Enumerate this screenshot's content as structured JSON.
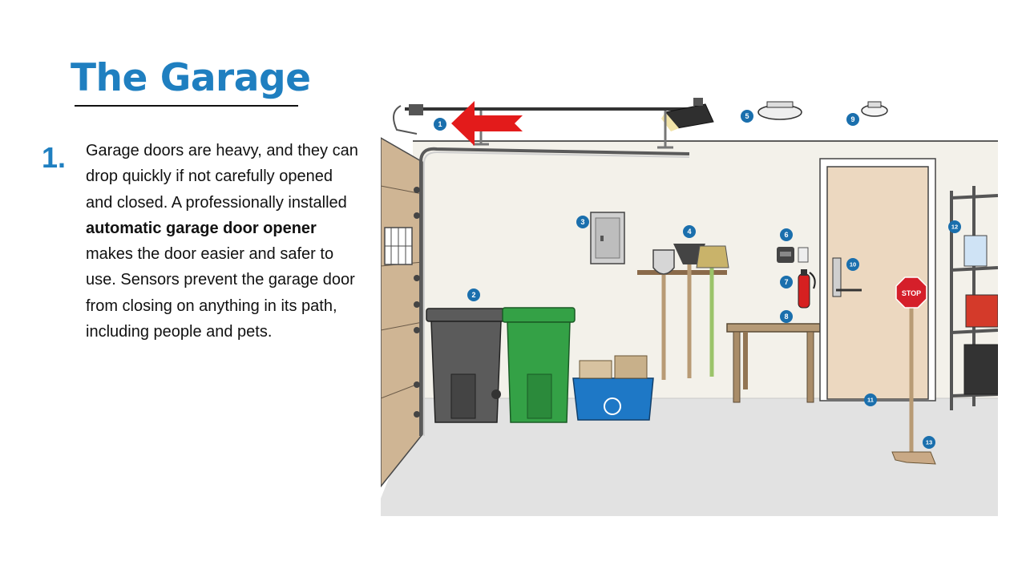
{
  "title": "The Garage",
  "step": {
    "number": "1.",
    "text_before": "Garage doors are heavy, and they can drop quickly if not carefully opened and closed. A professionally installed ",
    "text_bold": "automatic garage door opener",
    "text_after": " makes the door easier and safer to use. Sensors prevent the garage door from closing on anything in its path, including people and pets."
  },
  "illustration": {
    "stop_sign_text": "STOP",
    "callouts": [
      "1",
      "2",
      "3",
      "4",
      "5",
      "6",
      "7",
      "8",
      "9",
      "10",
      "11",
      "12",
      "13"
    ],
    "colors": {
      "callout": "#1a6fad",
      "arrow": "#e31b1b",
      "wall": "#f3f1ea",
      "floor": "#e2e2e2",
      "trash_bin": "#5b5b5b",
      "compost_bin": "#34a146",
      "recycling_bin": "#1e78c6",
      "door": "#ecd8c0"
    }
  }
}
